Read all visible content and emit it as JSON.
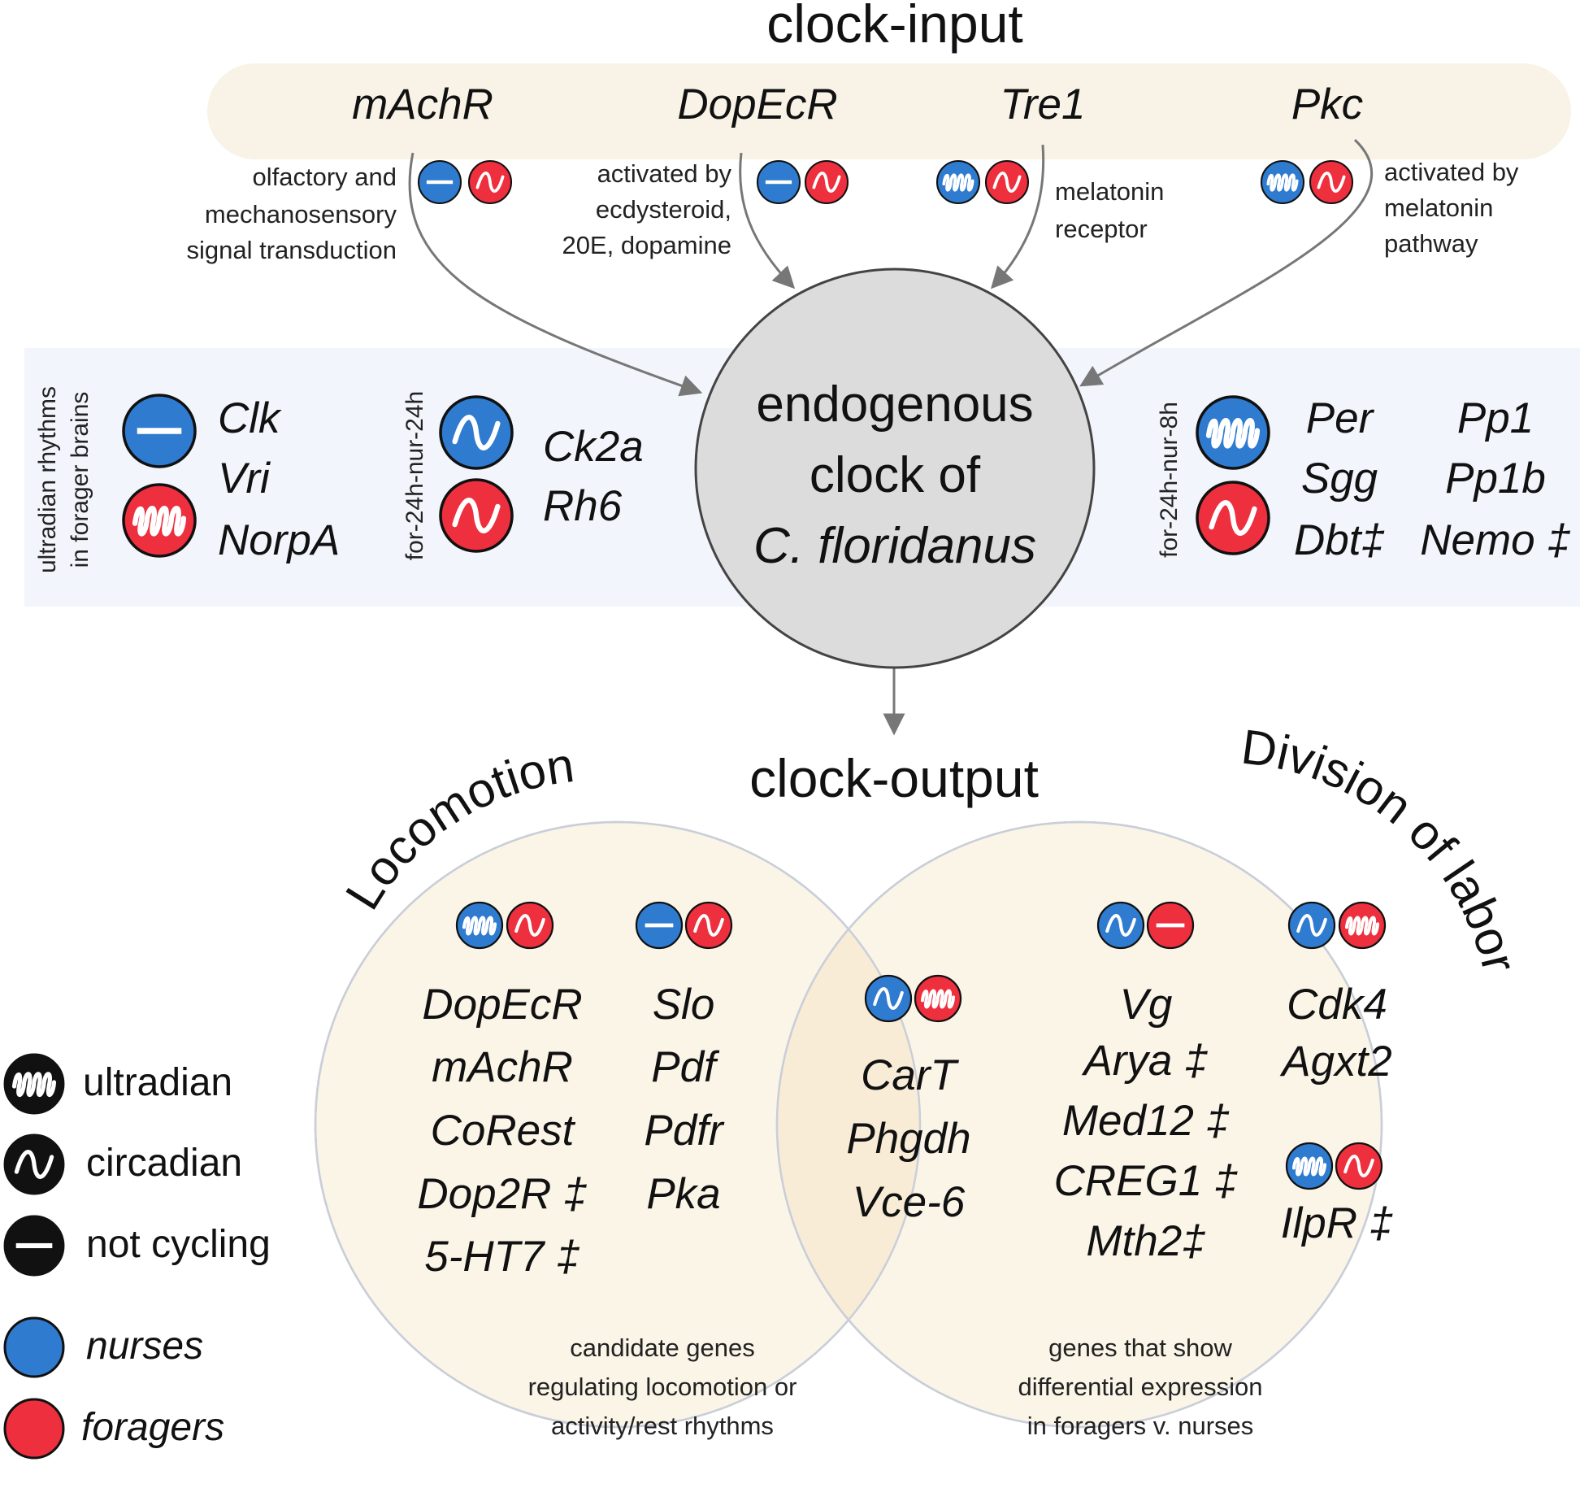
{
  "colors": {
    "nurses": "#2e7bcf",
    "foragers": "#ee2f3d",
    "legend_symbol": "#111111",
    "input_band": "#f8f3e6",
    "middle_band": "#f2f5fb",
    "clock_fill": "#dcdcdc",
    "venn_fill": "#fbf5e8",
    "venn_overlap": "#f8ecd7",
    "venn_stroke": "#c9ced8",
    "arrow": "#777777"
  },
  "titles": {
    "clock_input": "clock-input",
    "clock_output": "clock-output"
  },
  "input_genes": [
    {
      "name": "mAchR",
      "note": [
        "olfactory and",
        "mechanosensory",
        "signal transduction"
      ],
      "nurses": "not-cycling",
      "foragers": "circadian"
    },
    {
      "name": "DopEcR",
      "note": [
        "activated by",
        "ecdysteroid,",
        "20E, dopamine"
      ],
      "nurses": "not-cycling",
      "foragers": "circadian"
    },
    {
      "name": "Tre1",
      "note": [
        "melatonin",
        "receptor"
      ],
      "nurses": "ultradian",
      "foragers": "circadian"
    },
    {
      "name": "Pkc",
      "note": [
        "activated by",
        "melatonin",
        "pathway"
      ],
      "nurses": "ultradian",
      "foragers": "circadian"
    }
  ],
  "clock": {
    "lines": [
      "endogenous",
      "clock of",
      "C. floridanus"
    ]
  },
  "rhythm_groups": [
    {
      "label": [
        "ultradian rhythms",
        "in forager brains"
      ],
      "nurses": "not-cycling",
      "foragers": "ultradian",
      "genes": [
        "Clk",
        "Vri",
        "NorpA"
      ]
    },
    {
      "label": [
        "for-24h-nur-24h"
      ],
      "nurses": "circadian",
      "foragers": "circadian",
      "genes": [
        "Ck2a",
        "Rh6"
      ]
    },
    {
      "label": [
        "for-24h-nur-8h"
      ],
      "nurses": "ultradian",
      "foragers": "circadian",
      "genes": [
        "Per",
        "Sgg",
        "Dbt‡"
      ],
      "genes2": [
        "Pp1",
        "Pp1b",
        "Nemo ‡"
      ]
    }
  ],
  "venn": {
    "left_title": "Locomotion",
    "right_title": "Division of labor",
    "left_caption": [
      "candidate genes",
      "regulating locomotion or",
      "activity/rest rhythms"
    ],
    "right_caption": [
      "genes that show",
      "differential expression",
      "in foragers v. nurses"
    ],
    "groups": [
      {
        "id": "loc1",
        "nurses": "ultradian",
        "foragers": "circadian",
        "genes": [
          "DopEcR",
          "mAchR",
          "CoRest",
          "Dop2R ‡",
          "5-HT7 ‡"
        ]
      },
      {
        "id": "loc2",
        "nurses": "not-cycling",
        "foragers": "circadian",
        "genes": [
          "Slo",
          "Pdf",
          "Pdfr",
          "Pka"
        ]
      },
      {
        "id": "mid",
        "nurses": "circadian",
        "foragers": "ultradian",
        "genes": [
          "CarT",
          "Phgdh",
          "Vce-6"
        ]
      },
      {
        "id": "div1",
        "nurses": "circadian",
        "foragers": "not-cycling",
        "genes": [
          "Vg",
          "Arya ‡",
          "Med12 ‡",
          "CREG1 ‡",
          "Mth2‡"
        ]
      },
      {
        "id": "div2",
        "nurses": "circadian",
        "foragers": "ultradian",
        "genes": [
          "Cdk4",
          "Agxt2"
        ]
      },
      {
        "id": "div3",
        "nurses": "ultradian",
        "foragers": "circadian",
        "genes": [
          "IlpR ‡"
        ]
      }
    ]
  },
  "legend": {
    "symbols": [
      {
        "kind": "ultradian",
        "label": "ultradian"
      },
      {
        "kind": "circadian",
        "label": "circadian"
      },
      {
        "kind": "not-cycling",
        "label": "not cycling"
      }
    ],
    "groups": [
      {
        "kind": "nurses",
        "label": "nurses"
      },
      {
        "kind": "foragers",
        "label": "foragers"
      }
    ]
  }
}
